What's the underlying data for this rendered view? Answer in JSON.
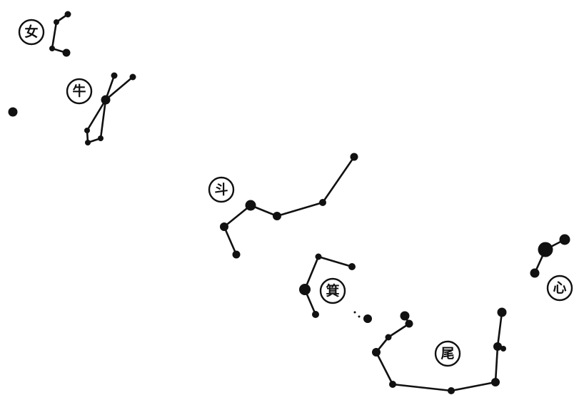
{
  "mansions": [
    {
      "id": "nu",
      "label": "女"
    },
    {
      "id": "niu",
      "label": "牛"
    },
    {
      "id": "dou",
      "label": "斗"
    },
    {
      "id": "ji",
      "label": "箕"
    },
    {
      "id": "wei",
      "label": "尾"
    },
    {
      "id": "xin",
      "label": "心"
    }
  ]
}
